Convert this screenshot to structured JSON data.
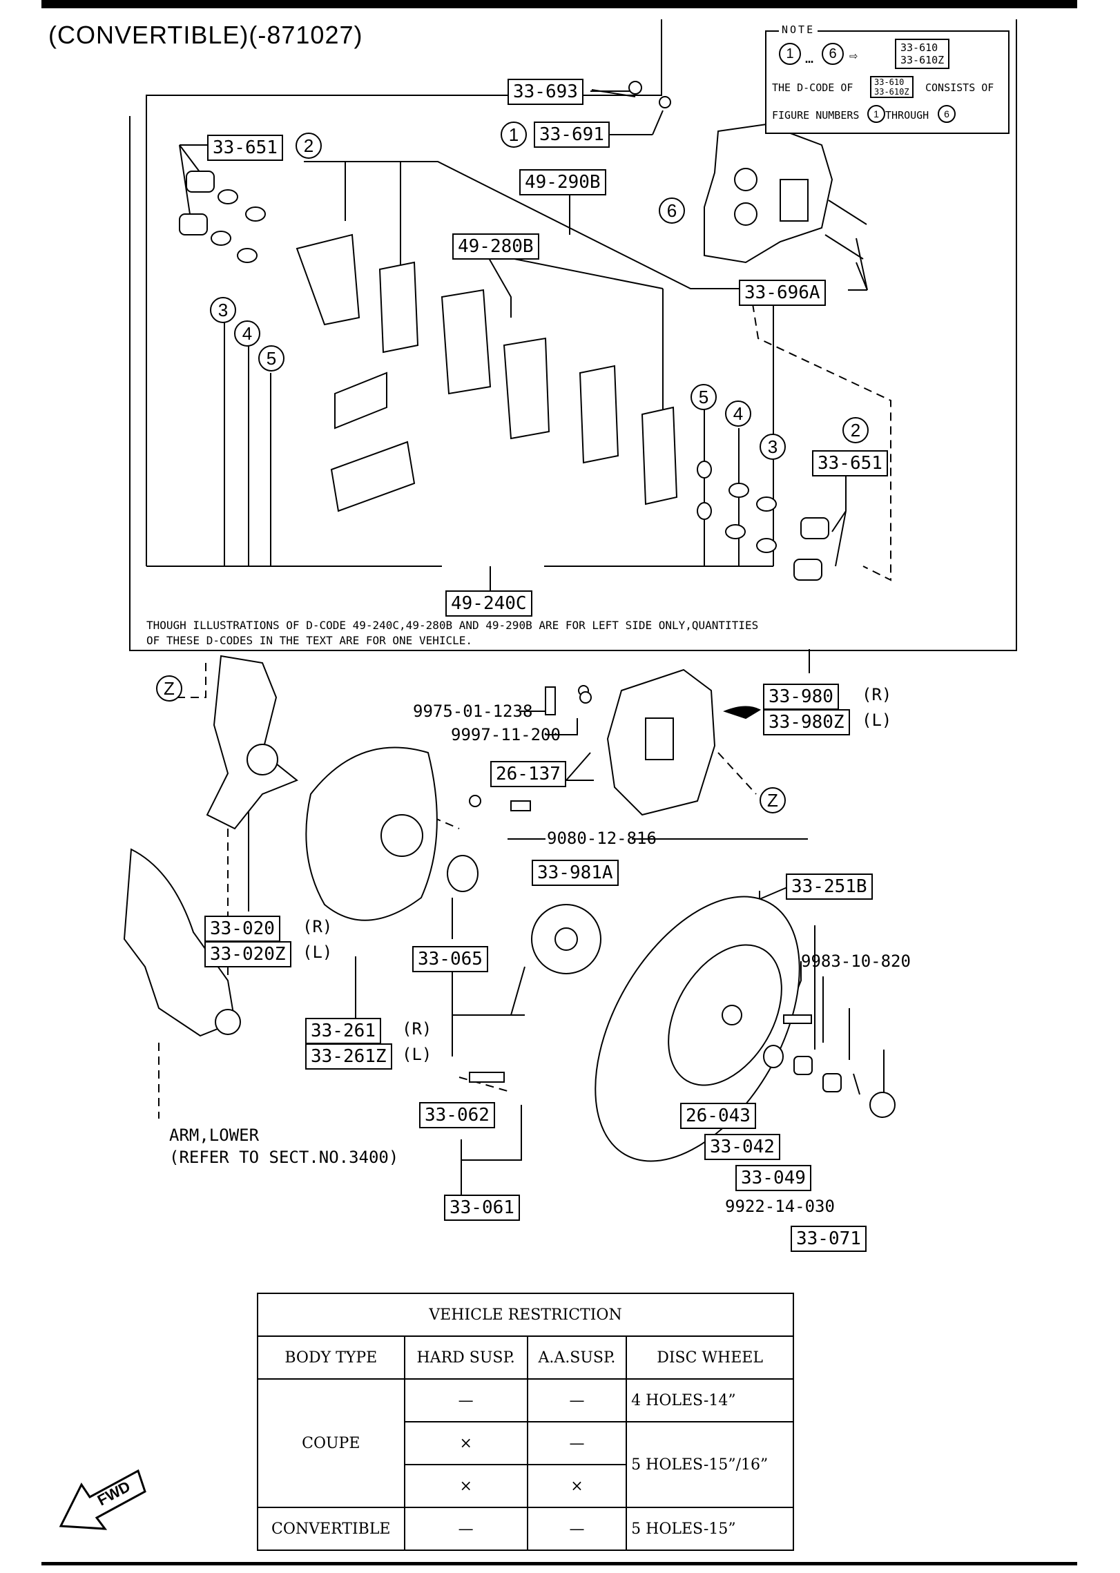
{
  "header": {
    "title": "(CONVERTIBLE)(-871027)"
  },
  "note": {
    "heading": "NOTE",
    "range_start": "1",
    "range_end": "6",
    "codes": [
      "33-610",
      "33-610Z"
    ],
    "line1": "THE D-CODE OF",
    "line1_tail": "CONSISTS OF",
    "line2": "FIGURE NUMBERS",
    "line2_tail": "THROUGH",
    "through_end": "6"
  },
  "callouts": {
    "c33_693": "33-693",
    "c33_691": "33-691",
    "c33_651_top": "33-651",
    "c49_290b": "49-290B",
    "c49_280b": "49-280B",
    "c33_696a": "33-696A",
    "c33_651_right": "33-651",
    "c49_240c": "49-240C",
    "c33_980": "33-980",
    "c33_980z": "33-980Z",
    "c26_137": "26-137",
    "c33_981a": "33-981A",
    "c33_251b": "33-251B",
    "c33_020": "33-020",
    "c33_020z": "33-020Z",
    "c33_065": "33-065",
    "c33_261": "33-261",
    "c33_261z": "33-261Z",
    "c33_062": "33-062",
    "c26_043": "26-043",
    "c33_042": "33-042",
    "c33_049": "33-049",
    "c33_061": "33-061",
    "c33_071": "33-071"
  },
  "plain_labels": {
    "p9975": "9975-01-1238",
    "p9997": "9997-11-200",
    "p9080": "9080-12-816",
    "p9983": "9983-10-820",
    "p9922": "9922-14-030",
    "r": "(R)",
    "l": "(L)",
    "arm1": "ARM,LOWER",
    "arm2": "(REFER TO SECT.NO.3400)"
  },
  "figure_numbers": {
    "n1": "1",
    "n2": "2",
    "n3": "3",
    "n4": "4",
    "n5": "5",
    "n6": "6",
    "z": "Z"
  },
  "footnote": {
    "line1": "THOUGH ILLUSTRATIONS OF D-CODE 49-240C,49-280B AND 49-290B ARE FOR LEFT SIDE ONLY,QUANTITIES",
    "line2": "OF THESE D-CODES IN THE TEXT ARE FOR ONE VEHICLE."
  },
  "restriction_table": {
    "title": "VEHICLE  RESTRICTION",
    "headers": [
      "BODY TYPE",
      "HARD SUSP.",
      "A.A.SUSP.",
      "DISC WHEEL"
    ],
    "coupe": "COUPE",
    "convertible": "CONVERTIBLE",
    "rows": [
      {
        "hard": "—",
        "aa": "—",
        "disc": "4 HOLES-14”"
      },
      {
        "hard": "×",
        "aa": "—",
        "disc": "5 HOLES-15”/16”"
      },
      {
        "hard": "×",
        "aa": "×"
      },
      {
        "hard": "—",
        "aa": "—",
        "disc": "5 HOLES-15”"
      }
    ]
  },
  "fwd": "FWD"
}
